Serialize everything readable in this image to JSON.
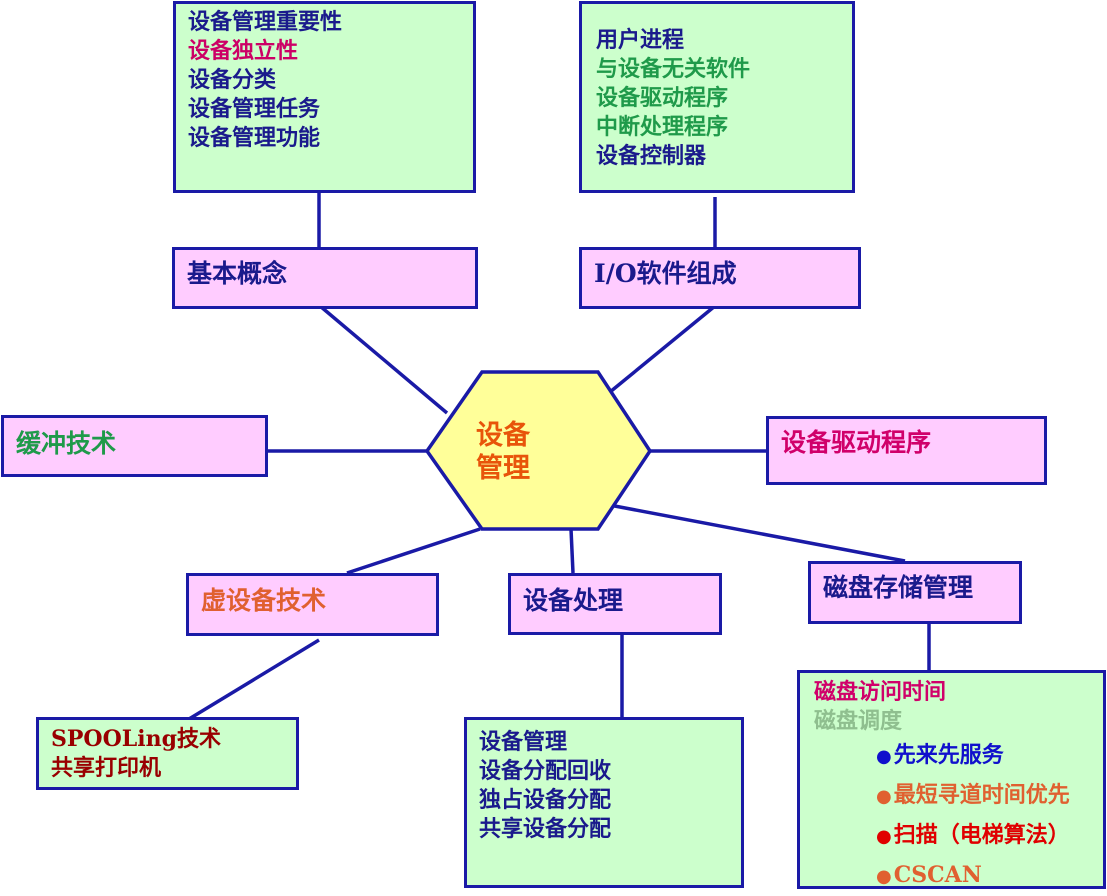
{
  "center": {
    "line1": "设备",
    "line2": "管理"
  },
  "concept": {
    "title": "基本概念",
    "items": [
      "设备管理重要性",
      "设备独立性",
      "设备分类",
      "设备管理任务",
      "设备管理功能"
    ]
  },
  "io": {
    "title": "I/O软件组成",
    "items": [
      "用户进程",
      "与设备无关软件",
      "设备驱动程序",
      "中断处理程序",
      "设备控制器"
    ]
  },
  "buffer": {
    "title": "缓冲技术"
  },
  "driver": {
    "title": "设备驱动程序"
  },
  "virtual": {
    "title": "虚设备技术",
    "items": [
      "SPOOLing技术",
      "共享打印机"
    ]
  },
  "process": {
    "title": "设备处理",
    "items": [
      "设备管理",
      "设备分配回收",
      "独占设备分配",
      "共享设备分配"
    ]
  },
  "disk": {
    "title": "磁盘存储管理",
    "items": [
      "磁盘访问时间",
      "磁盘调度"
    ],
    "algorithms": [
      "先来先服务",
      "最短寻道时间优先",
      "扫描（电梯算法）",
      "CSCAN"
    ],
    "bullet": "●"
  },
  "colors": {
    "line": "#1a1aa6",
    "hex_fill": "#ffff99",
    "box_green": "#ccffcc",
    "box_pink": "#ffccff"
  }
}
